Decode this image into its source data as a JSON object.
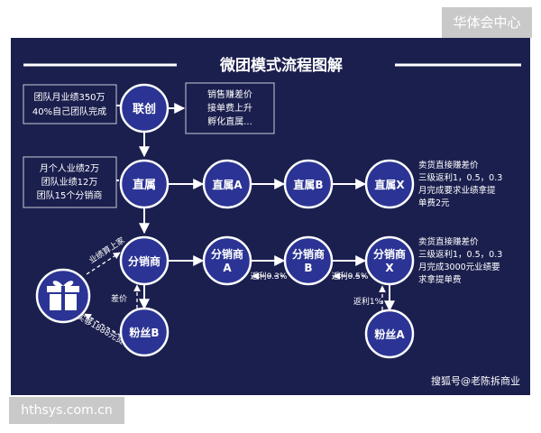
{
  "watermarks": {
    "top": "华体会中心",
    "bottom": "hthsys.com.cn",
    "credit": "搜狐号@老陈拆商业"
  },
  "title": "微团模式流程图解",
  "nodes": {
    "lianchuang": "联创",
    "zhishu": "直属",
    "zhishu_a": "直属A",
    "zhishu_b": "直属B",
    "zhishu_x": "直属X",
    "fenxiao": "分销商",
    "fenxiao_a": [
      "分销商",
      "A"
    ],
    "fenxiao_b": [
      "分销商",
      "B"
    ],
    "fenxiao_x": [
      "分销商",
      "X"
    ],
    "fensi_b": "粉丝B",
    "fensi_a": "粉丝A"
  },
  "boxes": {
    "team_top": [
      "团队月业绩350万",
      "40%自己团队完成"
    ],
    "sales_mid": [
      "销售赚差价",
      "接单费上升",
      "孵化直属..."
    ],
    "personal": [
      "月个人业绩2万",
      "团队业绩12万",
      "团队15个分销商"
    ]
  },
  "notes": {
    "zhishu_x": [
      "卖货直接赚差价",
      "三级返利1，0.5，0.3",
      "月完成要求业绩拿提",
      "单费2元"
    ],
    "fenxiao_x": [
      "卖货直接赚差价",
      "三级返利1，0.5，0.3",
      "月完成3000元业绩要",
      "求拿提单费"
    ]
  },
  "edge_labels": {
    "upgrade": "业绩算上家",
    "chajia": "差价",
    "buy_gift": "买够1888元货",
    "rebate_03": "返利0.3%",
    "rebate_05": "返利0.5%",
    "rebate_1": "返利1%"
  },
  "colors": {
    "panel": "#1b1f4e",
    "node": "#2b3494",
    "node_stroke": "#ffffff",
    "text": "#ffffff",
    "box_stroke": "#c9cbd6"
  }
}
